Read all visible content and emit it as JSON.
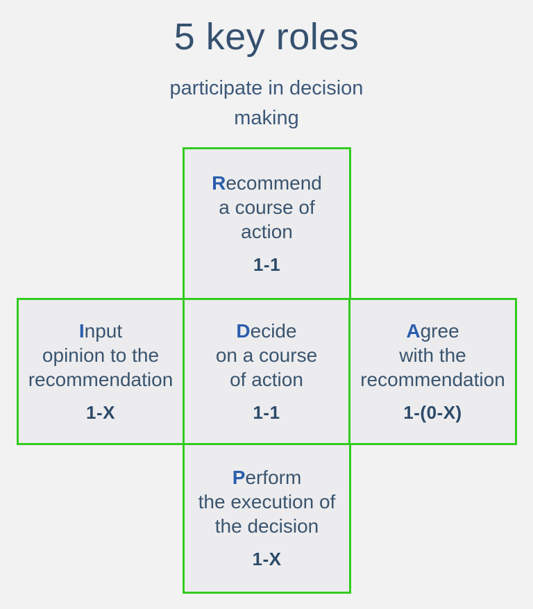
{
  "header": {
    "title": "5 key roles",
    "subtitle_line1": "participate in decision",
    "subtitle_line2": "making"
  },
  "colors": {
    "page_background": "#f2f2f3",
    "cell_background": "#ececee",
    "border_green": "#32cc1f",
    "title_navy": "#36516f",
    "body_text": "#3a546f",
    "lead_letter_blue": "#2a5dad",
    "count_navy": "#2c4a69"
  },
  "roles": [
    {
      "id": "recommend",
      "position": "top",
      "lead": "R",
      "lead_rest": "ecommend",
      "line2": "a course of",
      "line3": "action",
      "count": "1-1"
    },
    {
      "id": "input",
      "position": "left",
      "lead": "I",
      "lead_rest": "nput",
      "line2": "opinion to the",
      "line3": "recommendation",
      "count": "1-X"
    },
    {
      "id": "decide",
      "position": "center",
      "lead": "D",
      "lead_rest": "ecide",
      "line2": "on a course",
      "line3": "of action",
      "count": "1-1"
    },
    {
      "id": "agree",
      "position": "right",
      "lead": "A",
      "lead_rest": "gree",
      "line2": "with the",
      "line3": "recommendation",
      "count": "1-(0-X)"
    },
    {
      "id": "perform",
      "position": "bottom",
      "lead": "P",
      "lead_rest": "erform",
      "line2": "the execution of",
      "line3": "the decision",
      "count": "1-X"
    }
  ]
}
